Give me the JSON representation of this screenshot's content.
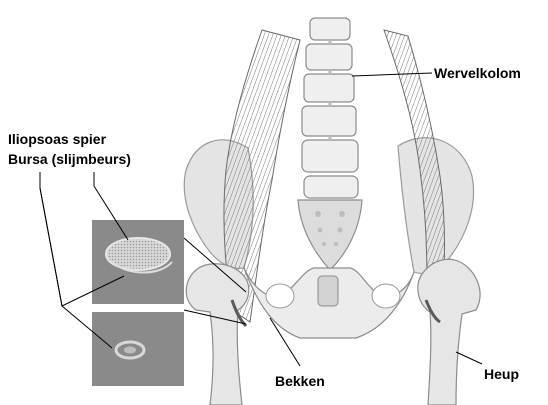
{
  "labels": {
    "wervelkolom": "Wervelkolom",
    "iliopsoas": "Iliopsoas spier",
    "bursa": "Bursa (slijmbeurs)",
    "bekken": "Bekken",
    "heup": "Heup"
  },
  "colors": {
    "bone": "#ededed",
    "bone_shadow": "#c6c6c6",
    "muscle": "#a9a9a9",
    "inset_bg": "#8a8a8a",
    "line": "#000000"
  }
}
